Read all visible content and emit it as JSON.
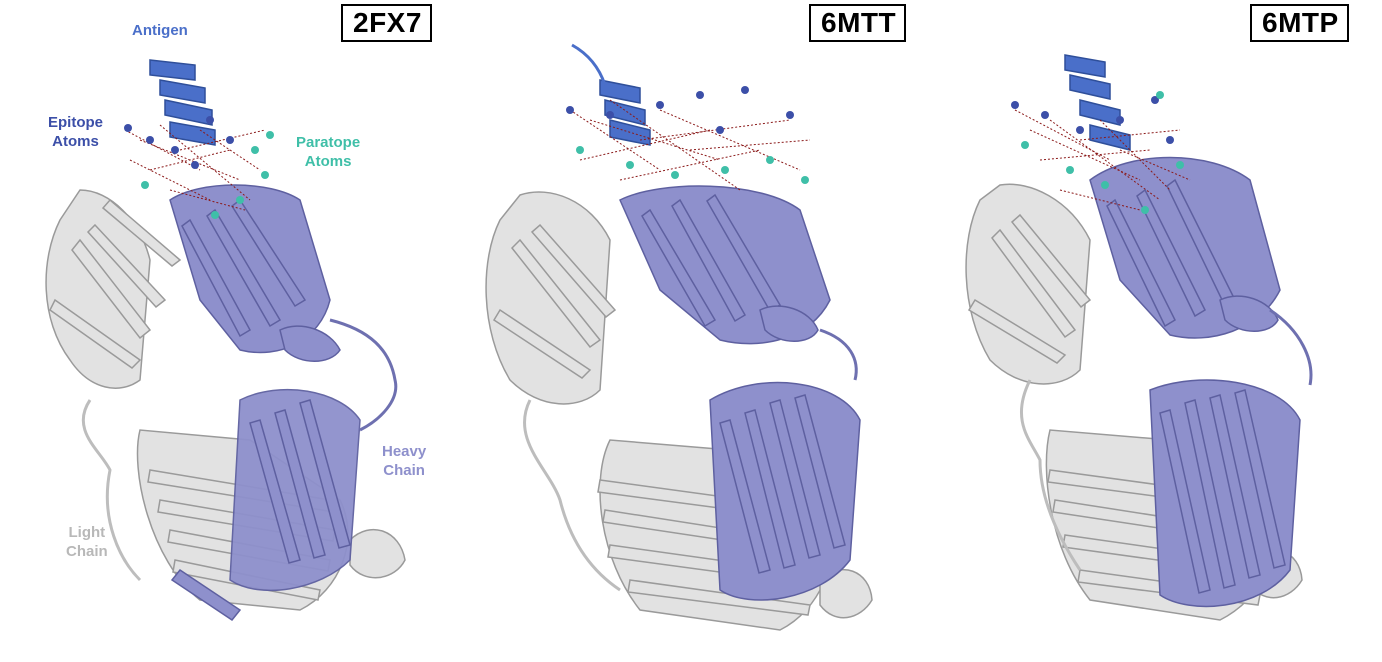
{
  "panels": [
    {
      "id": "2FX7"
    },
    {
      "id": "6MTT"
    },
    {
      "id": "6MTP"
    }
  ],
  "annotations": {
    "antigen": "Antigen",
    "epitope_line1": "Epitope",
    "epitope_line2": "Atoms",
    "paratope_line1": "Paratope",
    "paratope_line2": "Atoms",
    "heavy_line1": "Heavy",
    "heavy_line2": "Chain",
    "light_line1": "Light",
    "light_line2": "Chain"
  },
  "colors": {
    "antigen": "#4a6fc9",
    "epitope": "#3c4fa8",
    "paratope": "#3fbfa8",
    "heavy_chain": "#8e90cc",
    "light_chain": "#d9d9d9",
    "contacts": "#8b1a1a"
  }
}
